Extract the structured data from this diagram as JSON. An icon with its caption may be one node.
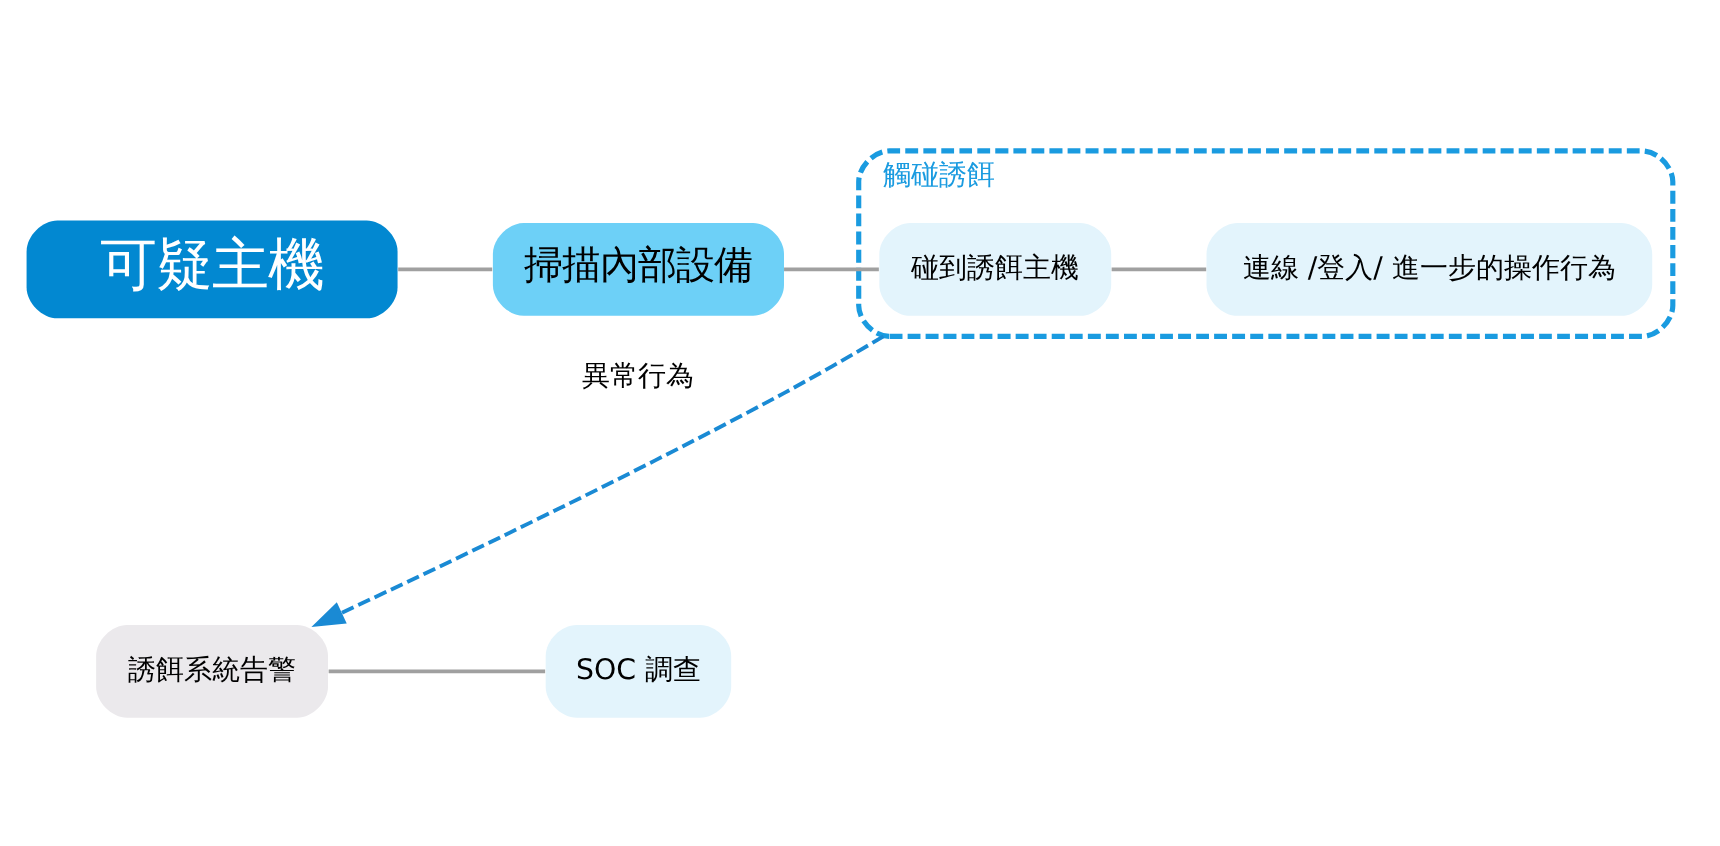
{
  "diagram": {
    "nodes": [
      {
        "text": [
          "可疑主機"
        ]
      },
      {
        "text": [
          "掃描內部設備"
        ]
      },
      {
        "text": [
          "觸碰誘餌"
        ]
      },
      {
        "text": [
          "碰到誘餌主機"
        ],
        "in": 2
      },
      {
        "text": [
          "連線 /登入/ 進一步的操作行為"
        ],
        "in": 2
      },
      {
        "text": [
          "誘餌系統告警"
        ]
      },
      {
        "text": [
          "SOC 調查"
        ]
      }
    ],
    "edges": [
      {
        "from": 0,
        "to": 1,
        "arrow": "none"
      },
      {
        "from": 1,
        "to": 3,
        "arrow": "none"
      },
      {
        "from": 3,
        "to": 4,
        "arrow": "none"
      },
      {
        "from": 2,
        "to": 5,
        "arrow": "to",
        "label": "異常行為",
        "style": "dashed",
        "color": "#1a8ad4"
      },
      {
        "from": 5,
        "to": 6,
        "arrow": "none"
      }
    ]
  }
}
